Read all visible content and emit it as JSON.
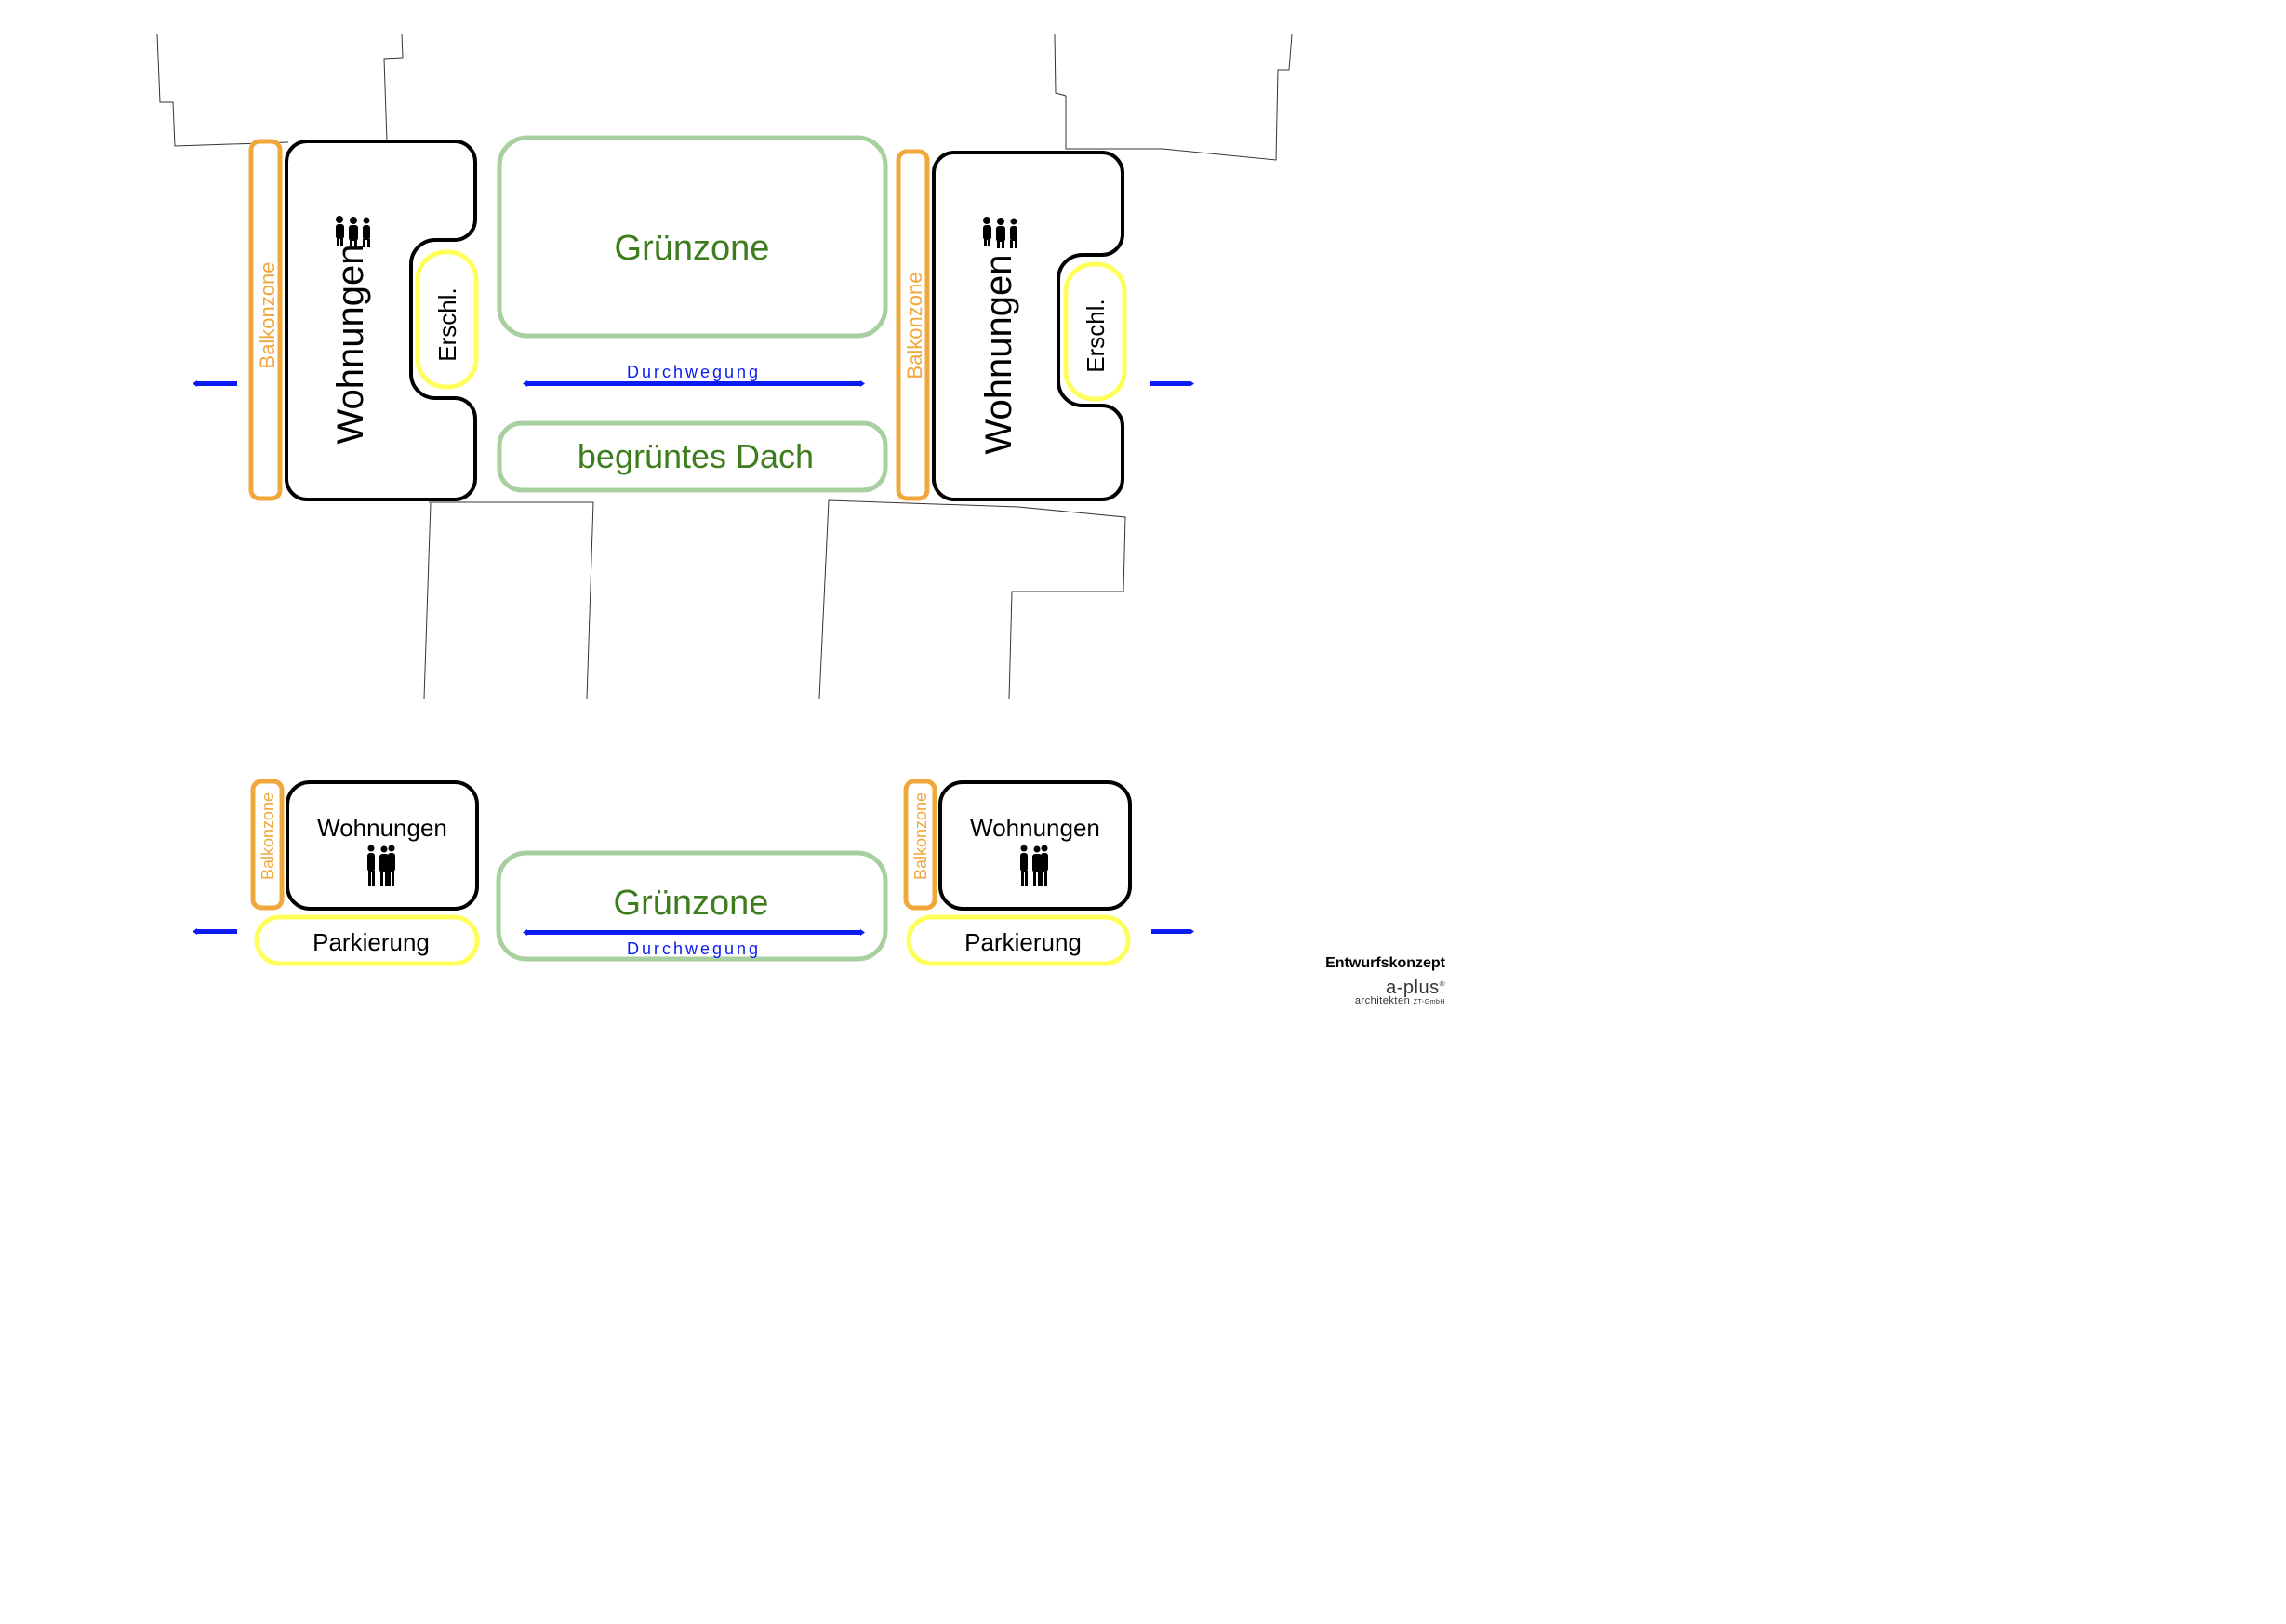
{
  "labels": {
    "gruenzone": "Grünzone",
    "wohnungen": "Wohnungen",
    "erschl": "Erschl.",
    "balkonzone": "Balkonzone",
    "durchwegung": "Durchwegung",
    "begruentes_dach": "begrüntes Dach",
    "parkierung": "Parkierung"
  },
  "footer": {
    "title": "Entwurfskonzept",
    "brand": "a-plus",
    "brand_mark": "®",
    "subtitle": "architekten",
    "subtitle_suffix": "ZT-GmbH"
  },
  "colors": {
    "balkonzone": "#f0a83c",
    "wohnungen": "#000000",
    "erschl": "#ffff5a",
    "gruenzone_border": "#a8cfa0",
    "gruenzone_text": "#3d7d1e",
    "durchwegung": "#0a1cf0",
    "siteline": "#333333"
  }
}
